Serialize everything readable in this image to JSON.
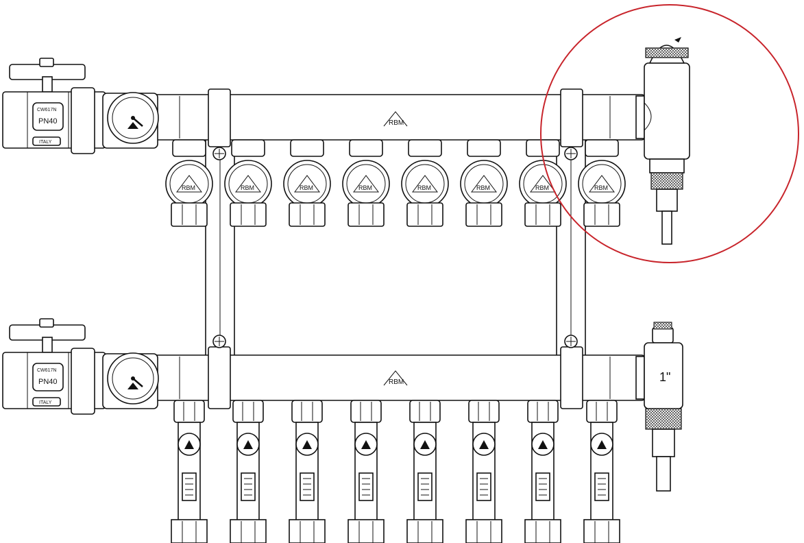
{
  "colors": {
    "line": "#111111",
    "background": "#ffffff",
    "highlight_circle": "#c8242b"
  },
  "brand": {
    "logo_text": "RBM"
  },
  "ball_valve": {
    "material": "CW617N",
    "pressure": "PN40",
    "origin": "ITALY"
  },
  "return_fitting": {
    "size_label": "1\""
  },
  "manifold": {
    "outlets_per_bar": 8
  },
  "icons": {
    "ball_valve": "ball-valve-icon",
    "gauge": "thermometer-gauge-icon",
    "air_vent": "air-vent-icon",
    "flow_meter": "flow-meter-icon"
  }
}
